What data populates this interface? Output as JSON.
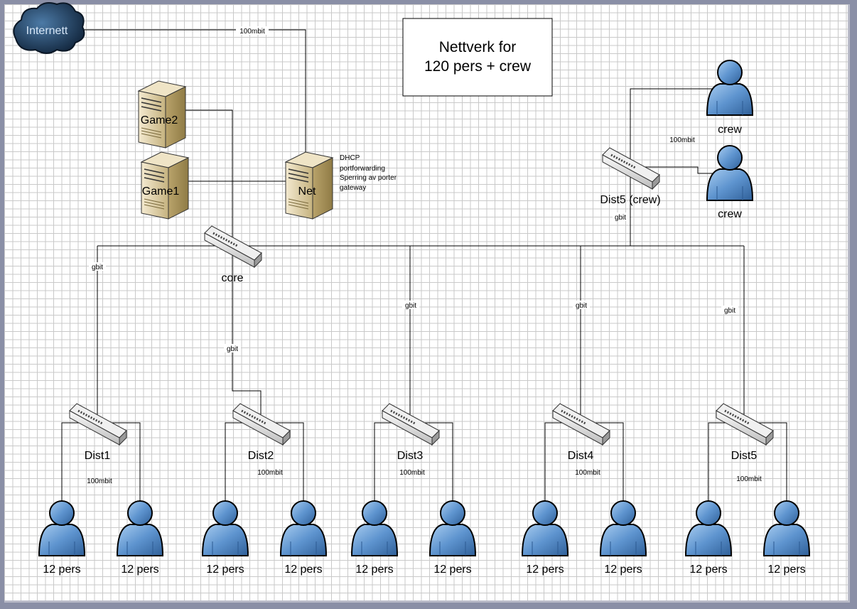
{
  "title": {
    "line1": "Nettverk for",
    "line2": "120 pers + crew"
  },
  "internet": {
    "label": "Internett"
  },
  "servers": {
    "game2": "Game2",
    "game1": "Game1",
    "net": "Net",
    "net_notes": [
      "DHCP",
      "portforwarding",
      "Sperring av porter",
      "gateway"
    ]
  },
  "switches": {
    "core": "core",
    "dist5crew": "Dist5 (crew)",
    "dist": [
      "Dist1",
      "Dist2",
      "Dist3",
      "Dist4",
      "Dist5"
    ]
  },
  "crew": [
    "crew",
    "crew"
  ],
  "groups": [
    "12 pers",
    "12 pers",
    "12 pers",
    "12 pers",
    "12 pers",
    "12 pers",
    "12 pers",
    "12 pers",
    "12 pers",
    "12 pers"
  ],
  "links": {
    "internet_net": "100mbit",
    "crew_link": "100mbit",
    "dist5crew_core": "gbit",
    "core_dist1": "gbit",
    "core_dist2": "gbit",
    "core_dist3": "gbit",
    "core_dist4": "gbit",
    "core_dist5": "gbit",
    "dist1_users": "100mbit",
    "dist2_users": "100mbit",
    "dist3_users": "100mbit",
    "dist4_users": "100mbit",
    "dist5_users": "100mbit"
  },
  "colors": {
    "person": "#5e94cf",
    "server": "#d9c9a0",
    "cloud": "#1f3b5c",
    "switch": "#e6e6e6"
  }
}
